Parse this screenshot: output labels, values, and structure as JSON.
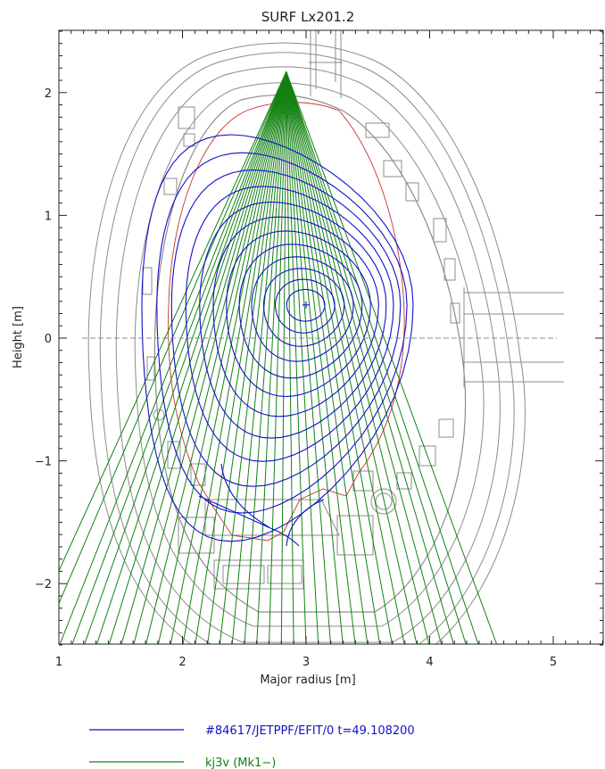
{
  "title": "SURF Lx201.2",
  "colors": {
    "axes": "#222222",
    "vessel": "#8c8c8c",
    "flux_surfaces": "#1010c8",
    "chords": "#128212",
    "limiter": "#c83232",
    "midplane": "#888888"
  },
  "chart_data": {
    "type": "diagram",
    "xlabel": "Major radius [m]",
    "ylabel": "Height [m]",
    "xlim": [
      1.0,
      5.45
    ],
    "ylim": [
      -2.5,
      2.5
    ],
    "xticks": [
      "1",
      "2",
      "3",
      "4",
      "5"
    ],
    "yticks": [
      "2",
      "1",
      "0",
      "−1",
      "−2"
    ],
    "magnetic_axis": {
      "r": 3.0,
      "z": 0.27
    },
    "flux_surface_count": 12,
    "chord_fan": {
      "source": {
        "r": 2.84,
        "z": 2.17
      },
      "end_points_r": [
        0.72,
        0.85,
        1.0,
        1.1,
        1.2,
        1.3,
        1.4,
        1.5,
        1.6,
        1.7,
        1.8,
        1.9,
        2.0,
        2.1,
        2.2,
        2.3,
        2.4,
        2.5,
        2.6,
        2.7,
        2.8,
        2.9,
        3.0,
        3.1,
        3.2,
        3.3,
        3.4,
        3.5,
        3.6,
        3.7,
        3.8,
        3.9,
        4.0,
        4.1,
        4.2,
        4.3,
        4.4,
        4.55
      ],
      "end_z": -2.5
    },
    "legend": [
      {
        "label": "#84617/JETPPF/EFIT/0 t=49.108200",
        "color": "#1010c8"
      },
      {
        "label": "kj3v (Mk1−)",
        "color": "#128212"
      }
    ]
  }
}
